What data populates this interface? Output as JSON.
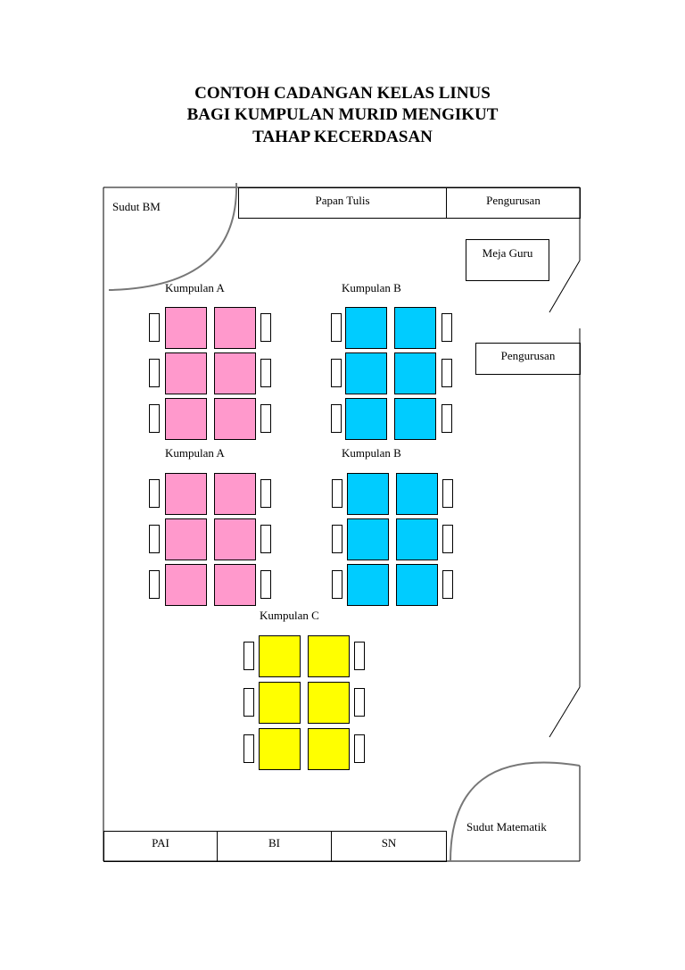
{
  "title": [
    "CONTOH CADANGAN KELAS LINUS",
    "BAGI KUMPULAN MURID MENGIKUT",
    "TAHAP KECERDASAN"
  ],
  "corners": {
    "bm": "Sudut BM",
    "matematik": "Sudut Matematik"
  },
  "top": {
    "papan_tulis": "Papan Tulis",
    "pengurusan": "Pengurusan"
  },
  "meja_guru": "Meja Guru",
  "pengurusan_side": "Pengurusan",
  "bottom": [
    "PAI",
    "BI",
    "SN"
  ],
  "groups": [
    {
      "label": "Kumpulan A",
      "color": "#ff99cc",
      "rows": 3
    },
    {
      "label": "Kumpulan B",
      "color": "#00ccff",
      "rows": 3
    },
    {
      "label": "Kumpulan A",
      "color": "#ff99cc",
      "rows": 3
    },
    {
      "label": "Kumpulan B",
      "color": "#00ccff",
      "rows": 3
    },
    {
      "label": "Kumpulan C",
      "color": "#ffff00",
      "rows": 3
    }
  ]
}
